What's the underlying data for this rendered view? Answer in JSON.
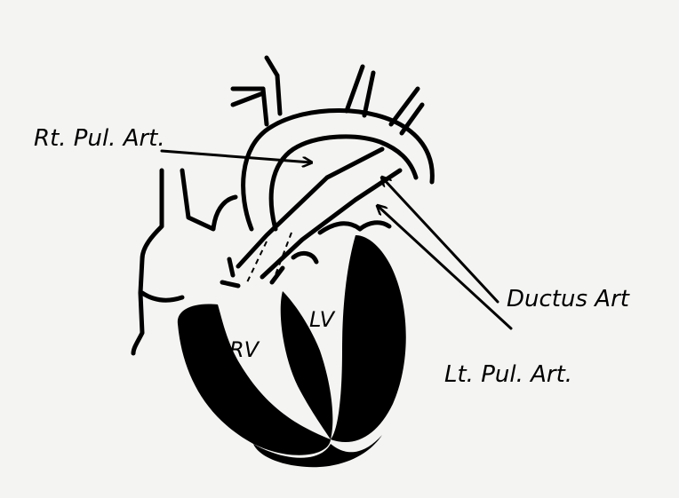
{
  "diagram": {
    "labels": {
      "rt_pul_art": "Rt. Pul. Art.",
      "ductus_art": "Ductus Art",
      "lt_pul_art": "Lt. Pul. Art.",
      "rv": "RV",
      "lv": "LV"
    },
    "colors": {
      "background": "#f4f4f2",
      "ink": "#000000"
    }
  }
}
